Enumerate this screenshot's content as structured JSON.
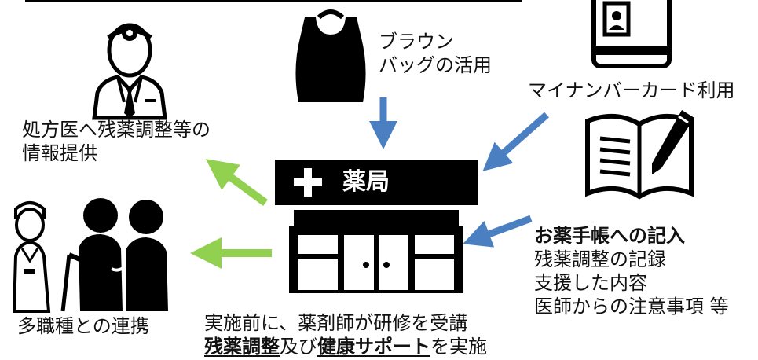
{
  "doctor": {
    "line1": "処方医へ残薬調整等の",
    "line2": "情報提供"
  },
  "bag": {
    "line1": "ブラウン",
    "line2": "バッグの活用"
  },
  "card": {
    "label": "マイナンバーカード利用"
  },
  "pharmacy": {
    "sign": "薬局"
  },
  "notebook": {
    "title": "お薬手帳への記入",
    "items": [
      "残薬調整の記録",
      "支援した内容",
      "医師からの注意事項 等"
    ]
  },
  "team": {
    "label": "多職種との連携"
  },
  "footer": {
    "line1": "実施前に、薬剤師が研修を受講",
    "part_a": "残薬調整",
    "part_b": "及び",
    "part_c": "健康サポート",
    "part_d": "を実施"
  },
  "colors": {
    "blue_arrow": "#4a7fc1",
    "green_arrow": "#92d050",
    "black": "#000000"
  }
}
